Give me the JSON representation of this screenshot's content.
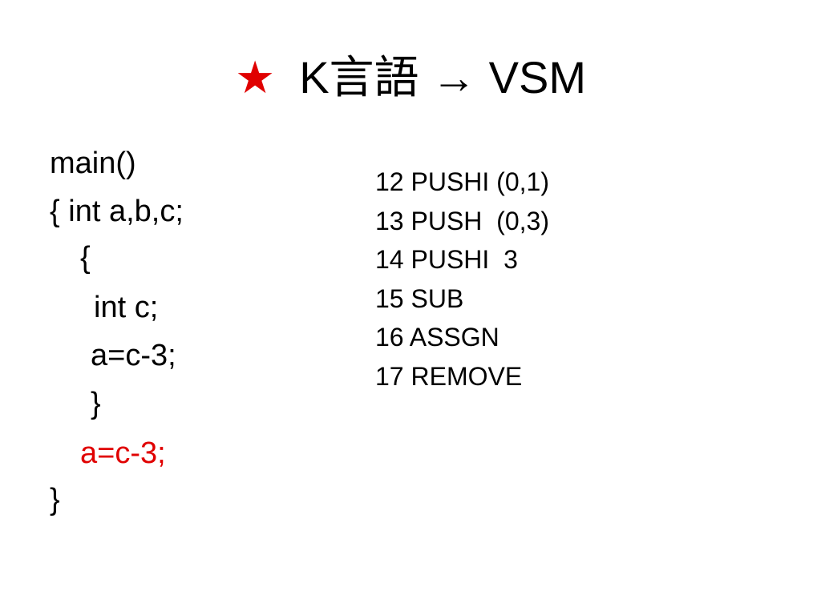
{
  "slide": {
    "title_star": "★",
    "title_text": "K言語 → VSM",
    "accent_color": "#e00000"
  },
  "source_code": [
    {
      "text": "main()",
      "highlight": false
    },
    {
      "text": "{ int a,b,c;",
      "highlight": false
    },
    {
      "text": "{",
      "highlight": false
    },
    {
      "text": "int c;",
      "highlight": false
    },
    {
      "text": "a=c-3;",
      "highlight": false
    },
    {
      "text": "}",
      "highlight": false
    },
    {
      "text": "a=c-3;",
      "highlight": true
    },
    {
      "text": "}",
      "highlight": false
    }
  ],
  "vsm_code": [
    "12 PUSHI (0,1)",
    "13 PUSH  (0,3)",
    "14 PUSHI  3",
    "15 SUB",
    "16 ASSGN",
    "17 REMOVE"
  ]
}
